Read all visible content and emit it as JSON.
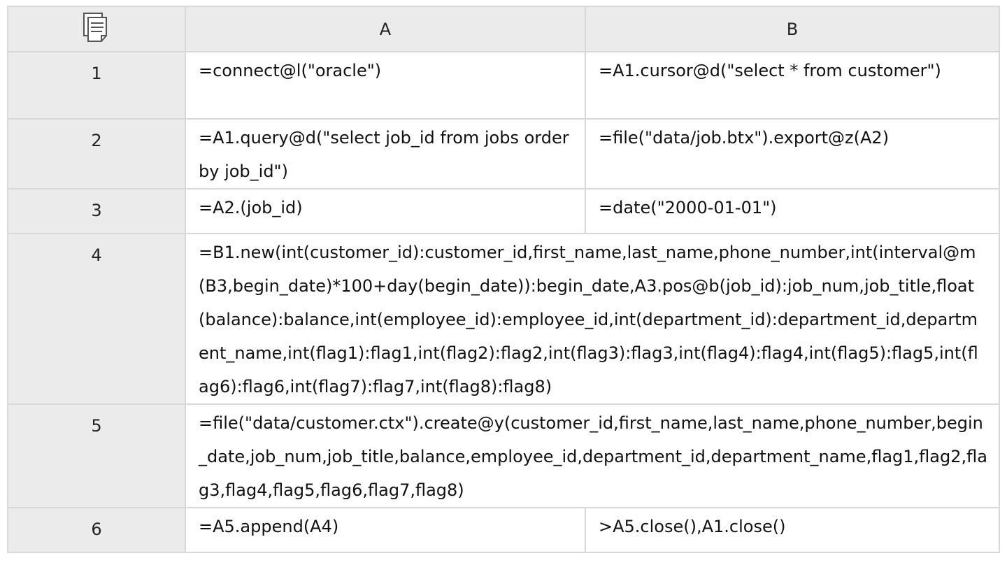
{
  "columns": [
    "A",
    "B"
  ],
  "rows": [
    {
      "num": "1",
      "a": "=connect@l(\"oracle\")",
      "b": "=A1.cursor@d(\"select   * from customer\")"
    },
    {
      "num": "2",
      "a": "=A1.query@d(\"select   job_id from jobs order by job_id\")",
      "b": "=file(\"data/job.btx\").export@z(A2)"
    },
    {
      "num": "3",
      "a": "=A2.(job_id)",
      "b": "=date(\"2000-01-01\")"
    },
    {
      "num": "4",
      "a": "=B1.new(int(customer_id):customer_id,first_name,last_name,phone_number,int(interval@m(B3,begin_date)*100+day(begin_date)):begin_date,A3.pos@b(job_id):job_num,job_title,float(balance):balance,int(employee_id):employee_id,int(department_id):department_id,department_name,int(flag1):flag1,int(flag2):flag2,int(flag3):flag3,int(flag4):flag4,int(flag5):flag5,int(flag6):flag6,int(flag7):flag7,int(flag8):flag8)"
    },
    {
      "num": "5",
      "a": "=file(\"data/customer.ctx\").create@y(customer_id,first_name,last_name,phone_number,begin_date,job_num,job_title,balance,employee_id,department_id,department_name,flag1,flag2,flag3,flag4,flag5,flag6,flag7,flag8)"
    },
    {
      "num": "6",
      "a": "=A5.append(A4)",
      "b": ">A5.close(),A1.close()"
    }
  ]
}
